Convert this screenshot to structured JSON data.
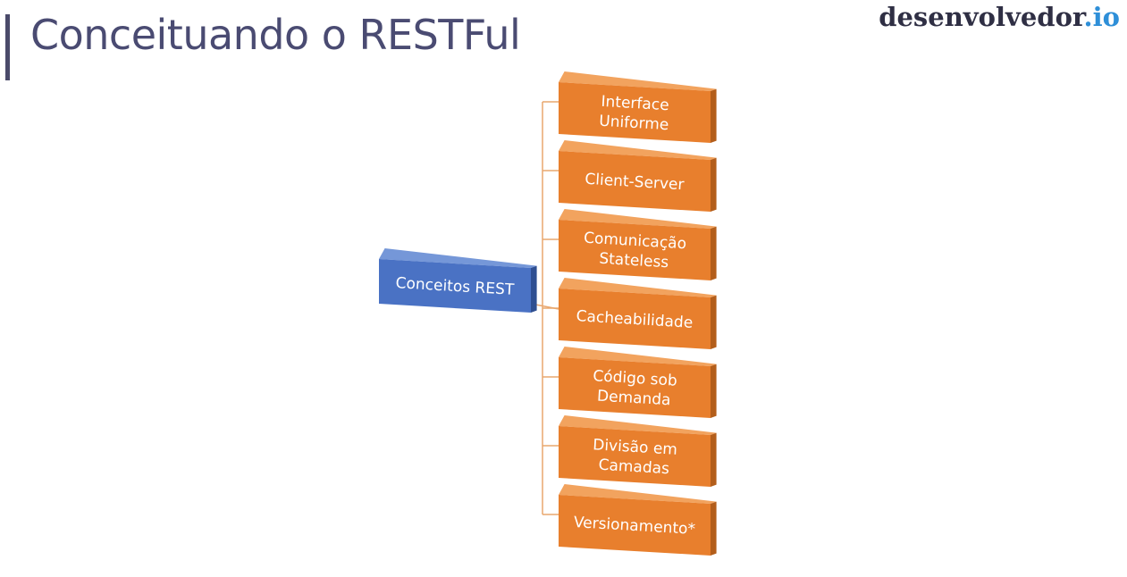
{
  "slide": {
    "title": "Conceituando o RESTFul",
    "brand_name": "desenvolvedor",
    "brand_tld": ".io"
  },
  "diagram": {
    "root": {
      "label": [
        "Conceitos REST"
      ]
    },
    "children": [
      {
        "label": [
          "Interface",
          "Uniforme"
        ]
      },
      {
        "label": [
          "Client-Server"
        ]
      },
      {
        "label": [
          "Comunicação",
          "Stateless"
        ]
      },
      {
        "label": [
          "Cacheabilidade"
        ]
      },
      {
        "label": [
          "Código sob",
          "Demanda"
        ]
      },
      {
        "label": [
          "Divisão em",
          "Camadas"
        ]
      },
      {
        "label": [
          "Versionamento*"
        ]
      }
    ]
  },
  "colors": {
    "orange_front": "#E87F2D",
    "orange_top": "#F2A35E",
    "orange_side": "#B35E1B",
    "blue_front": "#4A72C4",
    "blue_top": "#7597D8",
    "blue_side": "#2F4F91",
    "connector": "#E9A76E"
  }
}
